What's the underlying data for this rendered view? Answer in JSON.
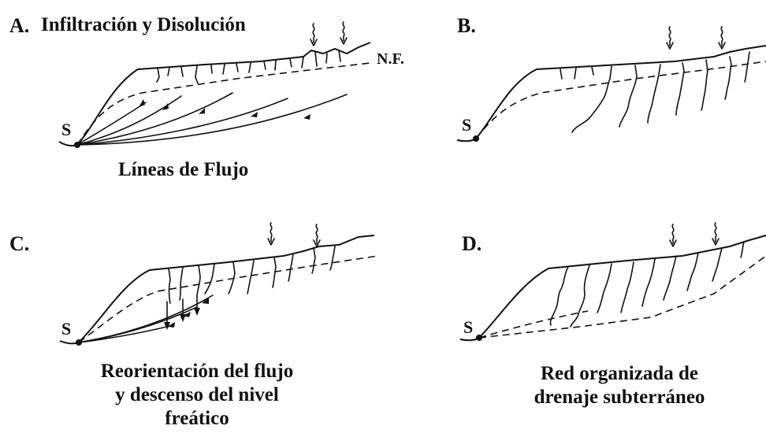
{
  "panels": {
    "a": {
      "letter": "A.",
      "title": "Infiltración y Disolución",
      "water_table": "N.F.",
      "spring": "S",
      "caption": "Líneas de Flujo"
    },
    "b": {
      "letter": "B.",
      "spring": "S"
    },
    "c": {
      "letter": "C.",
      "spring": "S",
      "caption_lines": [
        "Reorientación del flujo",
        "y descenso del nivel",
        "freático"
      ]
    },
    "d": {
      "letter": "D.",
      "spring": "S",
      "caption_lines": [
        "Red organizada de",
        "drenaje subterráneo"
      ]
    }
  },
  "icons": {
    "rain_arrow": "wavy-down-arrow-icon",
    "spring_point": "spring-dot-icon"
  }
}
